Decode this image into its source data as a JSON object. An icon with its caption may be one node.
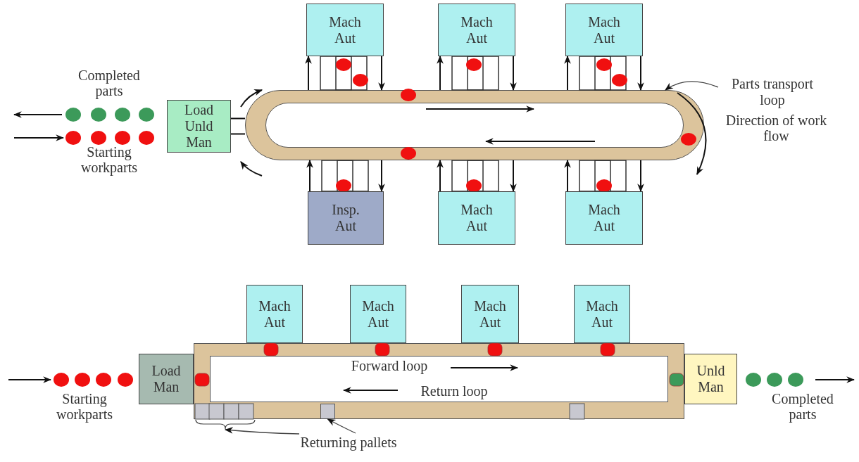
{
  "diagram": {
    "nodes": [
      {
        "text": [
          "Mach Aut"
        ]
      },
      {
        "text": [
          "Mach Aut"
        ]
      },
      {
        "text": [
          "Mach Aut"
        ]
      },
      {
        "text": [
          "Parts transport loop"
        ]
      },
      {
        "text": [
          "Load Unld Man"
        ]
      },
      {
        "text": [],
        "shape": "oval"
      },
      {
        "text": [
          "Insp. Aut"
        ]
      },
      {
        "text": [
          "Mach Aut"
        ]
      },
      {
        "text": [
          "Mach Aut"
        ]
      },
      {
        "text": [
          "Mach Aut"
        ]
      },
      {
        "text": [
          "Mach Aut"
        ]
      },
      {
        "text": [
          "Mach Aut"
        ]
      },
      {
        "text": [
          "Mach Aut"
        ]
      },
      {
        "text": [
          "Load Man"
        ]
      },
      {
        "text": [],
        "shape": "box"
      },
      {
        "text": [
          "Unld Man"
        ]
      },
      {
        "text": [
          "Returning pallets"
        ]
      },
      {
        "text": [],
        "shape": "box",
        "in": 14
      },
      {
        "text": [],
        "shape": "bracket"
      }
    ],
    "edges": [
      {
        "from": 3,
        "to": 5,
        "arrow": "to"
      },
      {
        "from": 4,
        "to": 5,
        "arrow": "none"
      },
      {
        "from": 5,
        "to": 0,
        "arrow": "to"
      },
      {
        "from": 0,
        "to": 5,
        "arrow": "to"
      },
      {
        "from": 5,
        "to": 1,
        "arrow": "to"
      },
      {
        "from": 1,
        "to": 5,
        "arrow": "to"
      },
      {
        "from": 5,
        "to": 2,
        "arrow": "to"
      },
      {
        "from": 2,
        "to": 5,
        "arrow": "to"
      },
      {
        "from": 6,
        "to": 5,
        "arrow": "to"
      },
      {
        "from": 5,
        "to": 6,
        "arrow": "to"
      },
      {
        "from": 7,
        "to": 5,
        "arrow": "to"
      },
      {
        "from": 5,
        "to": 7,
        "arrow": "to"
      },
      {
        "from": 8,
        "to": 5,
        "arrow": "to"
      },
      {
        "from": 5,
        "to": 8,
        "arrow": "to"
      },
      {
        "from": 16,
        "to": 18,
        "arrow": "to"
      },
      {
        "from": 16,
        "to": 17,
        "arrow": "to"
      }
    ],
    "labels": [
      "Completed parts",
      "Starting workparts",
      "Direction of work flow",
      "Forward loop",
      "Return loop",
      "Starting workparts",
      "Completed parts"
    ]
  }
}
